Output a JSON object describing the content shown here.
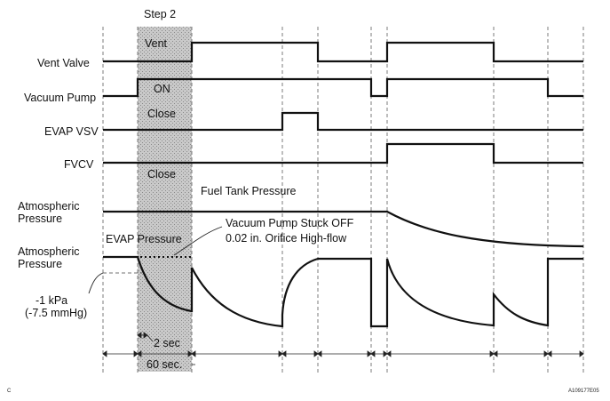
{
  "step_label": "Step 2",
  "signals": {
    "vent_valve": "Vent Valve",
    "vacuum_pump": "Vacuum Pump",
    "evap_vsv": "EVAP VSV",
    "fvcv": "FVCV"
  },
  "states": {
    "vent": "Vent",
    "on": "ON",
    "close_vsv": "Close",
    "close_fvcv": "Close"
  },
  "pressure": {
    "atmospheric_1_line1": "Atmospheric",
    "atmospheric_1_line2": "Pressure",
    "atmospheric_2_line1": "Atmospheric",
    "atmospheric_2_line2": "Pressure",
    "fuel_tank_pressure": "Fuel Tank Pressure",
    "evap_pressure": "EVAP Pressure",
    "stuck_off": "Vacuum Pump Stuck OFF",
    "orifice": "0.02 in. Orifice High-flow",
    "kpa": "-1 kPa",
    "mmhg": "(-7.5 mmHg)"
  },
  "timing": {
    "two_sec": "2 sec",
    "sixty_sec": "60 sec."
  },
  "footer": {
    "corner": "C",
    "figure_id": "A109177E05"
  }
}
